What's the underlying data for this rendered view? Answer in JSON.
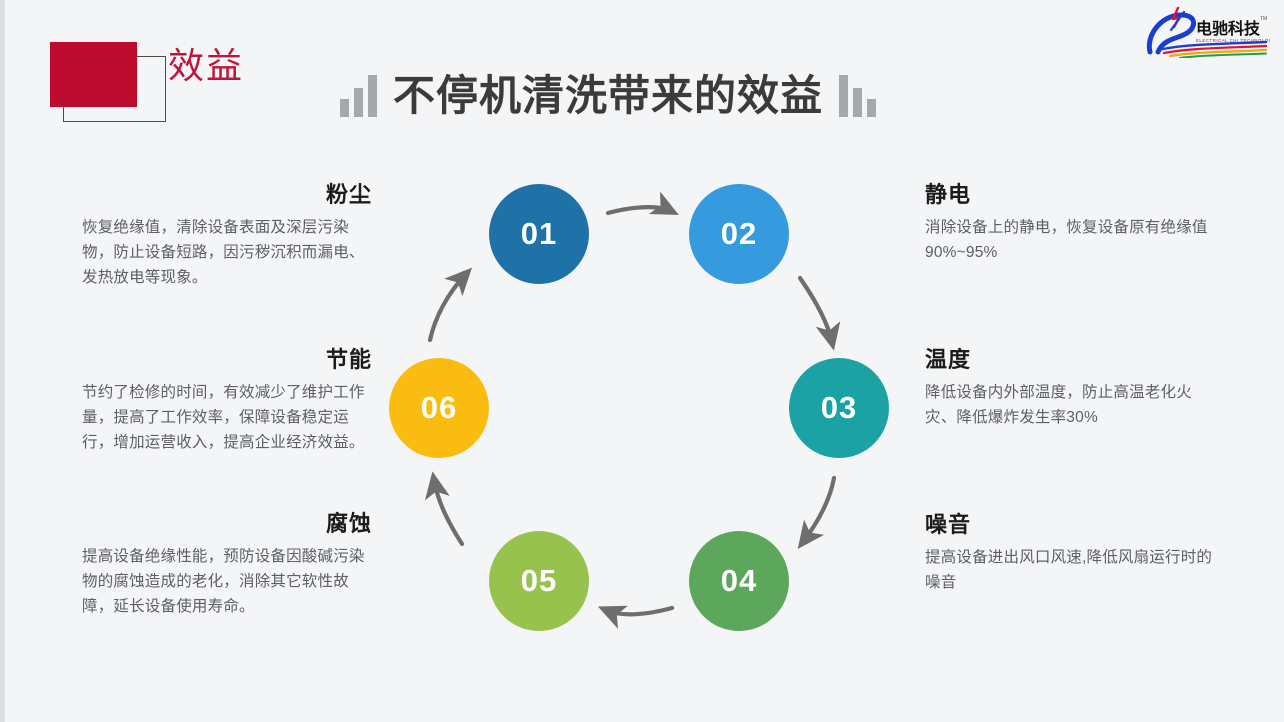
{
  "header": {
    "badge_label": "效益",
    "badge_color": "#bd0b2f",
    "badge_text_color": "#c0143a",
    "title": "不停机清洗带来的效益",
    "decor_left": "bar-chart-ascending",
    "decor_right": "bar-chart-descending"
  },
  "logo": {
    "name": "电驰科技",
    "subtitle": "ELECTRICAL CHI TECHNOLOGY",
    "trademark": "TM"
  },
  "diagram": {
    "type": "cycle",
    "nodes": [
      {
        "id": "01",
        "label": "01",
        "color": "#1e72a8"
      },
      {
        "id": "02",
        "label": "02",
        "color": "#369ade"
      },
      {
        "id": "03",
        "label": "03",
        "color": "#1ba2a4"
      },
      {
        "id": "04",
        "label": "04",
        "color": "#5da75c"
      },
      {
        "id": "05",
        "label": "05",
        "color": "#97c24d"
      },
      {
        "id": "06",
        "label": "06",
        "color": "#fbbc12"
      }
    ],
    "arrow_color": "#6e6e6e"
  },
  "items": [
    {
      "num": "01",
      "side": "left",
      "title": "粉尘",
      "body": "恢复绝缘值，清除设备表面及深层污染物，防止设备短路，因污秽沉积而漏电、发热放电等现象。"
    },
    {
      "num": "06",
      "side": "left",
      "title": "节能",
      "body": "节约了检修的时间，有效减少了维护工作量，提高了工作效率，保障设备稳定运行，增加运营收入，提高企业经济效益。"
    },
    {
      "num": "05",
      "side": "left",
      "title": "腐蚀",
      "body": "提高设备绝缘性能，预防设备因酸碱污染物的腐蚀造成的老化，消除其它软性故障，延长设备使用寿命。"
    },
    {
      "num": "02",
      "side": "right",
      "title": "静电",
      "body": "消除设备上的静电，恢复设备原有绝缘值90%~95%"
    },
    {
      "num": "03",
      "side": "right",
      "title": "温度",
      "body": "降低设备内外部温度，防止高温老化火灾、降低爆炸发生率30%"
    },
    {
      "num": "04",
      "side": "right",
      "title": "噪音",
      "body": "提高设备进出风口风速,降低风扇运行时的噪音"
    }
  ],
  "theme": {
    "background": "#f4f5f7",
    "title_color": "#3b3b3b",
    "body_color": "#5d5f63"
  }
}
